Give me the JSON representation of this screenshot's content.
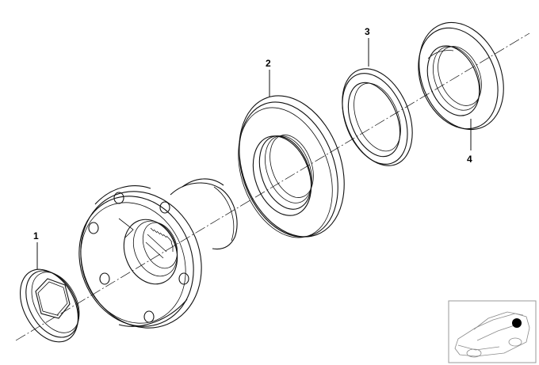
{
  "diagram": {
    "parts": [
      {
        "number": "1"
      },
      {
        "number": "2"
      },
      {
        "number": "3"
      },
      {
        "number": "4"
      }
    ],
    "inset_icon": "car-location-icon"
  }
}
